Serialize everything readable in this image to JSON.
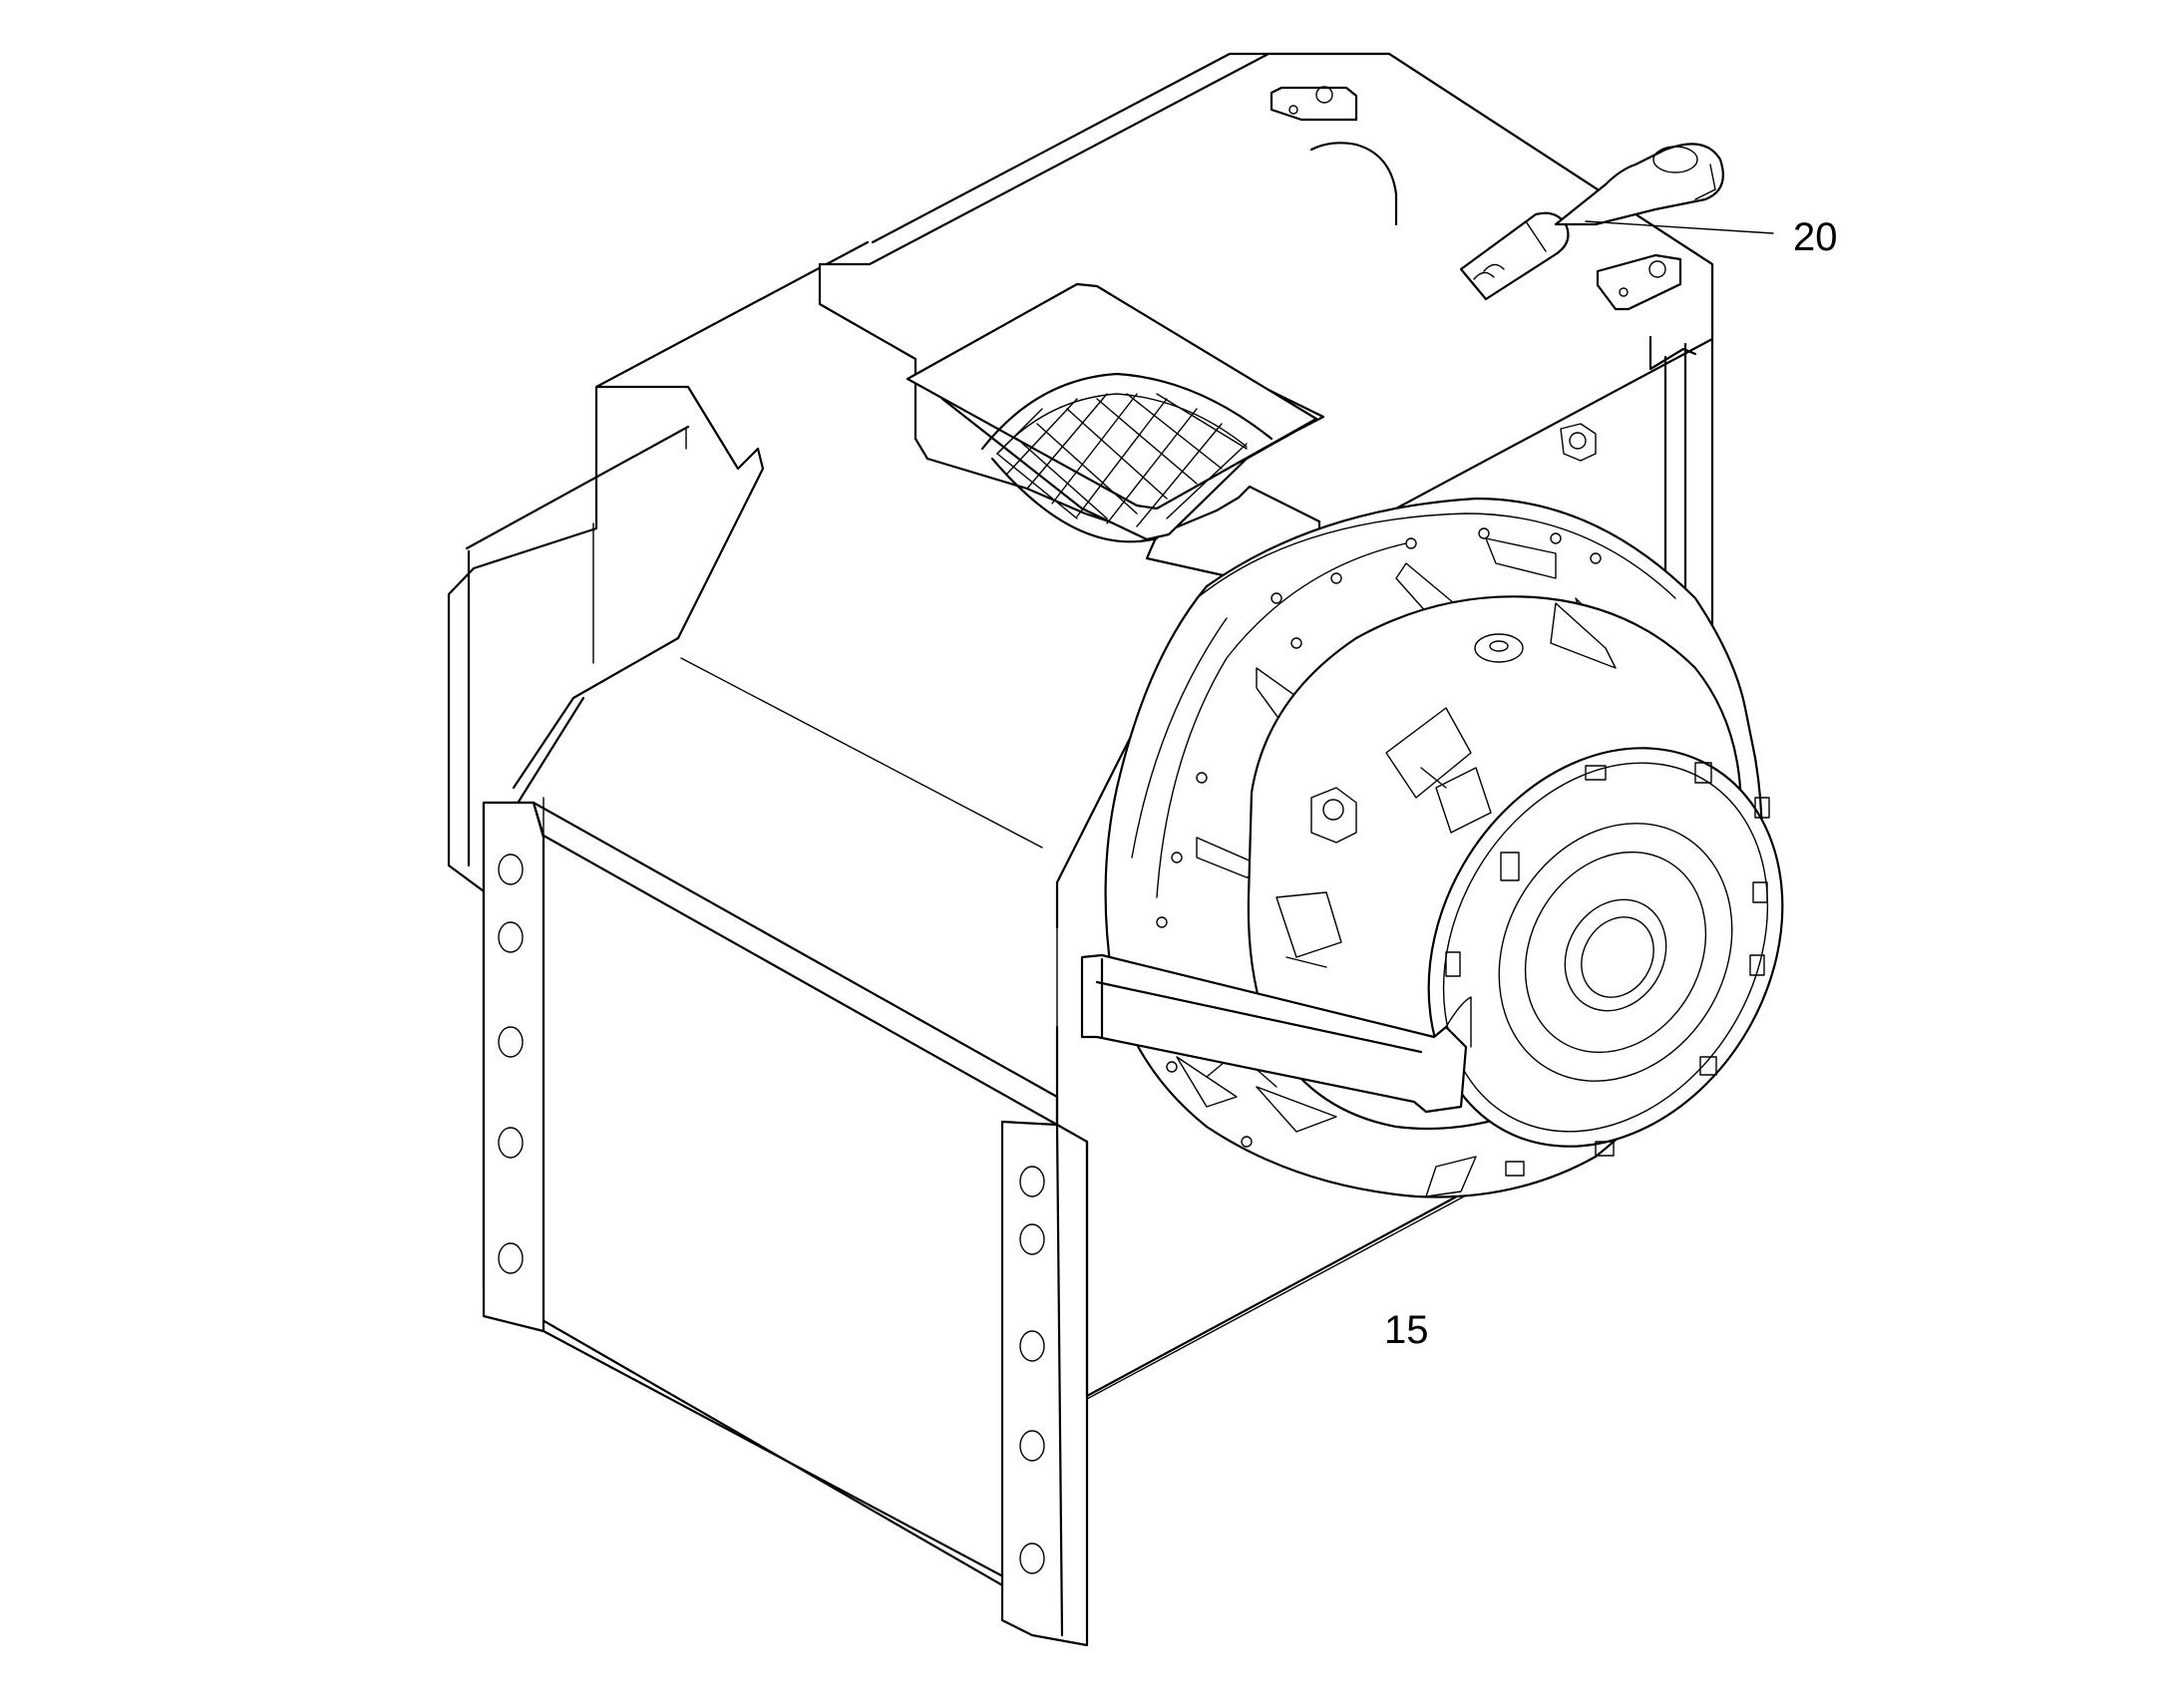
{
  "figure": {
    "background": "#ffffff",
    "line_color": "#000000"
  },
  "callouts": [
    {
      "id": "20",
      "label": "20"
    },
    {
      "id": "15",
      "label": "15"
    }
  ]
}
